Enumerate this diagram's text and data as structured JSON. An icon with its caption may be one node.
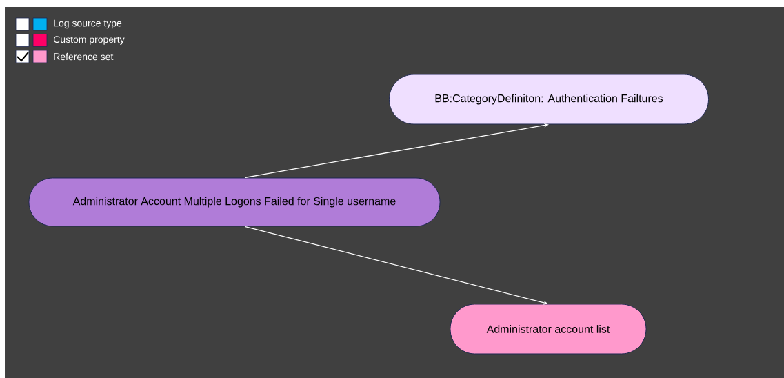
{
  "diagram": {
    "nodes": [
      {
        "text": [
          "Administrator Account Multiple Logons Failed for Single username"
        ]
      },
      {
        "text": [
          "BB:CategoryDefiniton: Authentication Failtures"
        ]
      },
      {
        "text": [
          "Administrator account list"
        ]
      }
    ],
    "edges": [
      {
        "from": 0,
        "to": 1,
        "arrow": "to"
      },
      {
        "from": 0,
        "to": 2,
        "arrow": "to"
      }
    ],
    "legend": [
      {
        "text": "Log source type",
        "color": "#00b0f0"
      },
      {
        "text": "Custom property",
        "color": "#ff0066"
      },
      {
        "text": "Reference set",
        "color": "#ff99cc"
      }
    ]
  }
}
